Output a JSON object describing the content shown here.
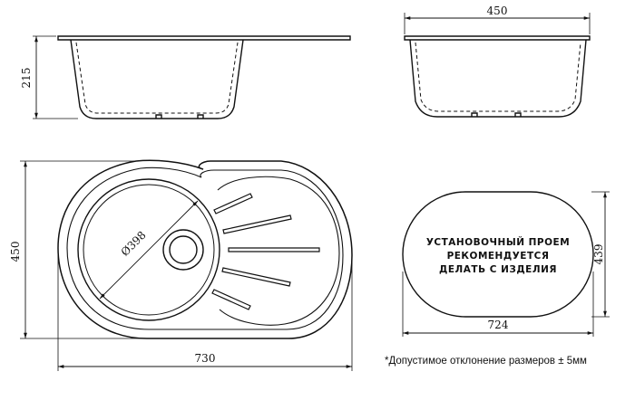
{
  "dimensions": {
    "side_height": "215",
    "front_width": "450",
    "top_height": "450",
    "top_width": "730",
    "drain_diameter": "Ø398",
    "cutout_height": "439",
    "cutout_width": "724"
  },
  "cutout_text": {
    "line1": "УСТАНОВОЧНЫЙ ПРОЕМ",
    "line2": "РЕКОМЕНДУЕТСЯ",
    "line3": "ДЕЛАТЬ С ИЗДЕЛИЯ"
  },
  "footnote": "*Допустимое отклонение размеров ± 5мм"
}
